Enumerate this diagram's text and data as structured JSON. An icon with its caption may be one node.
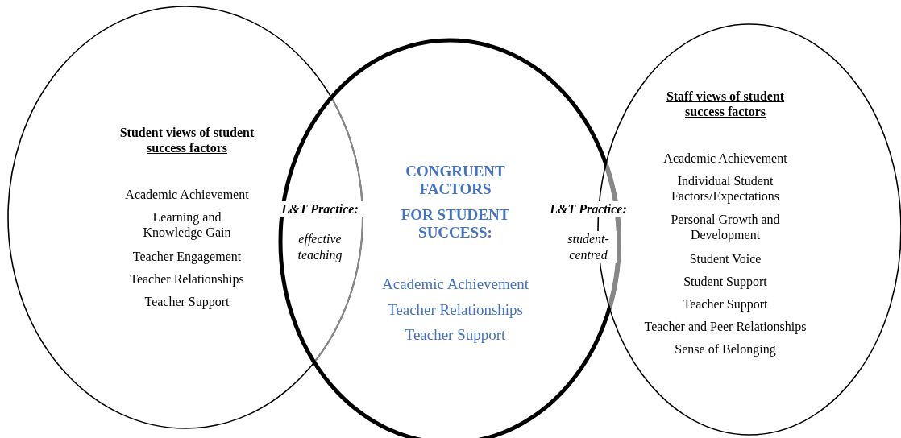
{
  "diagram": {
    "nodes": [
      {
        "text": [
          "Student views of student success factors",
          "Academic Achievement",
          "Learning and Knowledge Gain",
          "Teacher Engagement",
          "Teacher Relationships",
          "Teacher Support"
        ]
      },
      {
        "text": [
          "CONGRUENT FACTORS",
          "FOR STUDENT SUCCESS:",
          "Academic Achievement",
          "Teacher Relationships",
          "Teacher Support"
        ]
      },
      {
        "text": [
          "Staff views of student success factors",
          "Academic Achievement",
          "Individual Student Factors/Expectations",
          "Personal Growth and Development",
          "Student Voice",
          "Student Support",
          "Teacher Support",
          "Teacher and Peer Relationships",
          "Sense of Belonging"
        ]
      }
    ],
    "edges": [],
    "labels": [
      "L&T Practice:",
      "effective teaching",
      "L&T Practice:",
      "student-centred"
    ]
  }
}
